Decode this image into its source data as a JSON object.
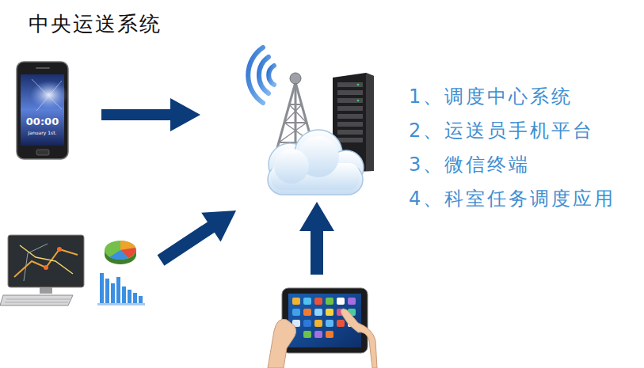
{
  "diagram": {
    "title": "中央运送系统",
    "labels": [
      "00:00",
      "January 1st.",
      "1、调度中心系统",
      "2、运送员手机平台",
      "3、微信终端",
      "4、科室任务调度应用"
    ]
  }
}
